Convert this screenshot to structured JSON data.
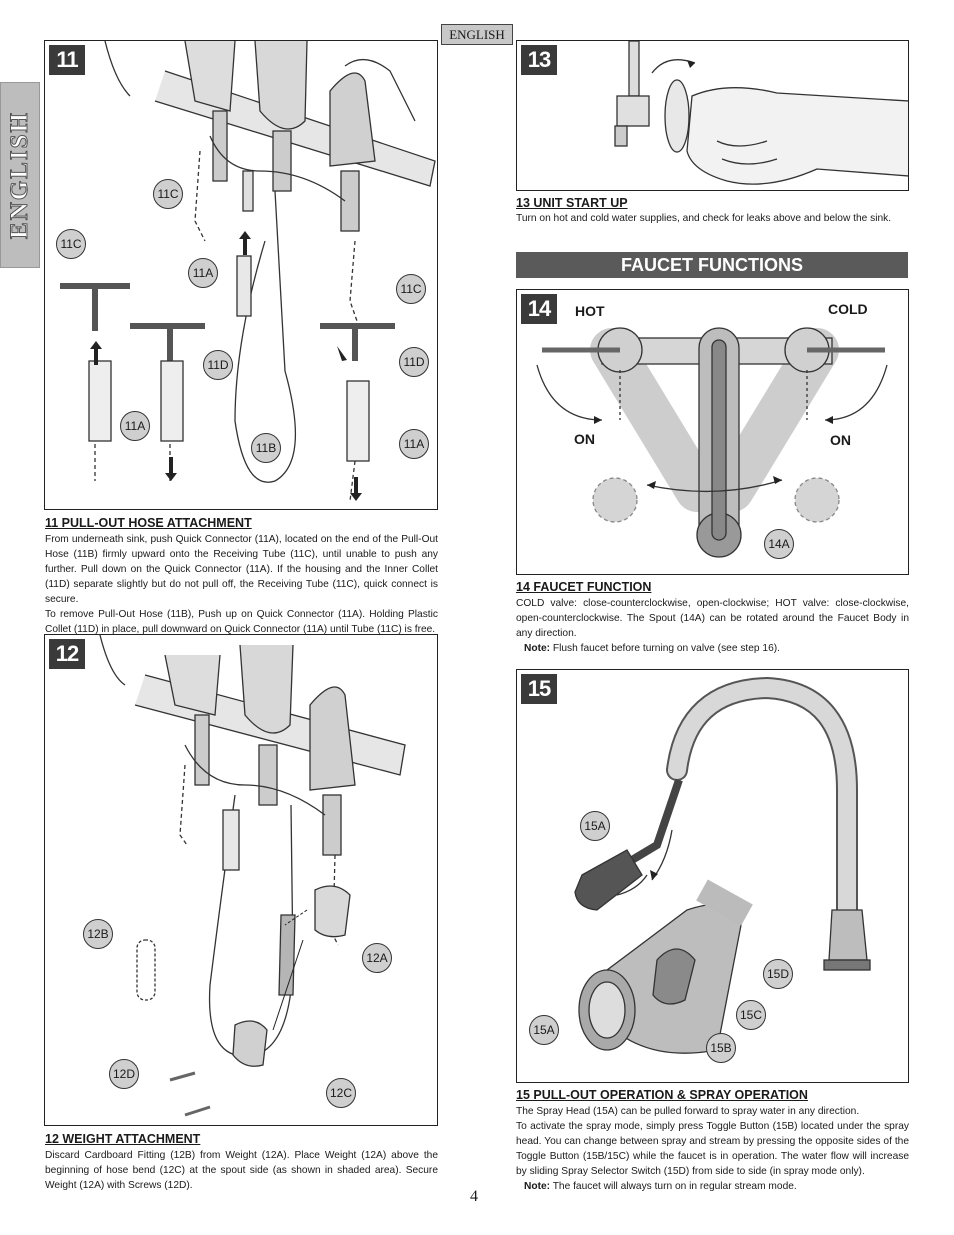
{
  "header": {
    "language_badge": "ENGLISH",
    "side_tab": "ENGLISH"
  },
  "page_number": "4",
  "step11": {
    "number": "11",
    "callouts": [
      "11C",
      "11C",
      "11A",
      "11C",
      "11D",
      "11D",
      "11A",
      "11A",
      "11B"
    ],
    "title": "11  PULL-OUT HOSE ATTACHMENT",
    "body": [
      "From underneath sink, push Quick Connector (11A), located on the end of the Pull-Out Hose (11B) firmly upward onto the Receiving Tube (11C), until unable to push any further. Pull down on the Quick Connector (11A).  If the housing and the Inner Collet (11D) separate slightly but do not pull off, the Receiving Tube (11C), quick connect is secure.",
      "To remove Pull-Out Hose (11B), Push up on Quick Connector (11A).  Holding Plastic Collet (11D) in place, pull downward on Quick Connector (11A) until Tube (11C) is free."
    ]
  },
  "step12": {
    "number": "12",
    "callouts": [
      "12B",
      "12A",
      "12D",
      "12C"
    ],
    "title": "12  WEIGHT ATTACHMENT",
    "body": "Discard Cardboard Fitting (12B) from Weight (12A).  Place Weight (12A) above the beginning of hose bend (12C) at the spout side (as shown in shaded area).  Secure Weight (12A) with Screws (12D)."
  },
  "step13": {
    "number": "13",
    "title": "13  UNIT START UP",
    "body": "Turn on hot and cold water supplies, and check for leaks above and below the sink."
  },
  "faucet_functions": {
    "banner": "FAUCET FUNCTIONS"
  },
  "step14": {
    "number": "14",
    "labels": {
      "hot": "HOT",
      "cold": "COLD",
      "on_left": "ON",
      "on_right": "ON"
    },
    "callout": "14A",
    "title": "14  FAUCET FUNCTION",
    "body": "COLD valve: close-counterclockwise, open-clockwise; HOT valve: close-clockwise, open-counterclockwise. The Spout (14A) can be rotated around the Faucet Body in any direction.",
    "note_label": "Note:",
    "note": "Flush faucet before turning on valve (see step 16)."
  },
  "step15": {
    "number": "15",
    "callouts": [
      "15A",
      "15D",
      "15C",
      "15A",
      "15B"
    ],
    "title": "15  PULL-OUT OPERATION & SPRAY OPERATION",
    "body": [
      "The Spray Head (15A) can be pulled forward to spray water in any direction.",
      "To activate the spray mode, simply press Toggle Button (15B) located under the spray head.  You can change between spray and stream by pressing the opposite sides of the Toggle Button (15B/15C) while the faucet is in operation.  The water flow will increase by sliding Spray Selector Switch (15D) from side to side (in spray mode only)."
    ],
    "note_label": "Note:",
    "note": "The faucet will always turn on in regular stream mode."
  }
}
